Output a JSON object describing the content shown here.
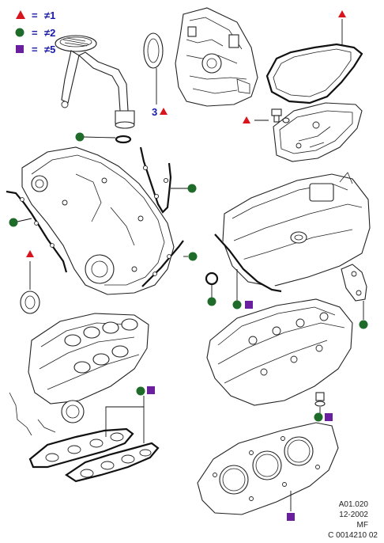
{
  "colors": {
    "triangle": "#d8141c",
    "circle": "#1e6b2a",
    "square": "#6a1f9e",
    "legend_text": "#1a1aa8",
    "line": "#111111"
  },
  "legend": [
    {
      "symbol": "red-triangle",
      "equals": "=",
      "value": "≠1"
    },
    {
      "symbol": "green-circle",
      "equals": "=",
      "value": "≠2"
    },
    {
      "symbol": "purple-square",
      "equals": "=",
      "value": "≠5"
    }
  ],
  "callouts": {
    "oil_seal_number": "3"
  },
  "reference": {
    "code": "A01.020",
    "date": "12-2002",
    "market": "MF",
    "catalog_id": "C 0014210 02"
  }
}
